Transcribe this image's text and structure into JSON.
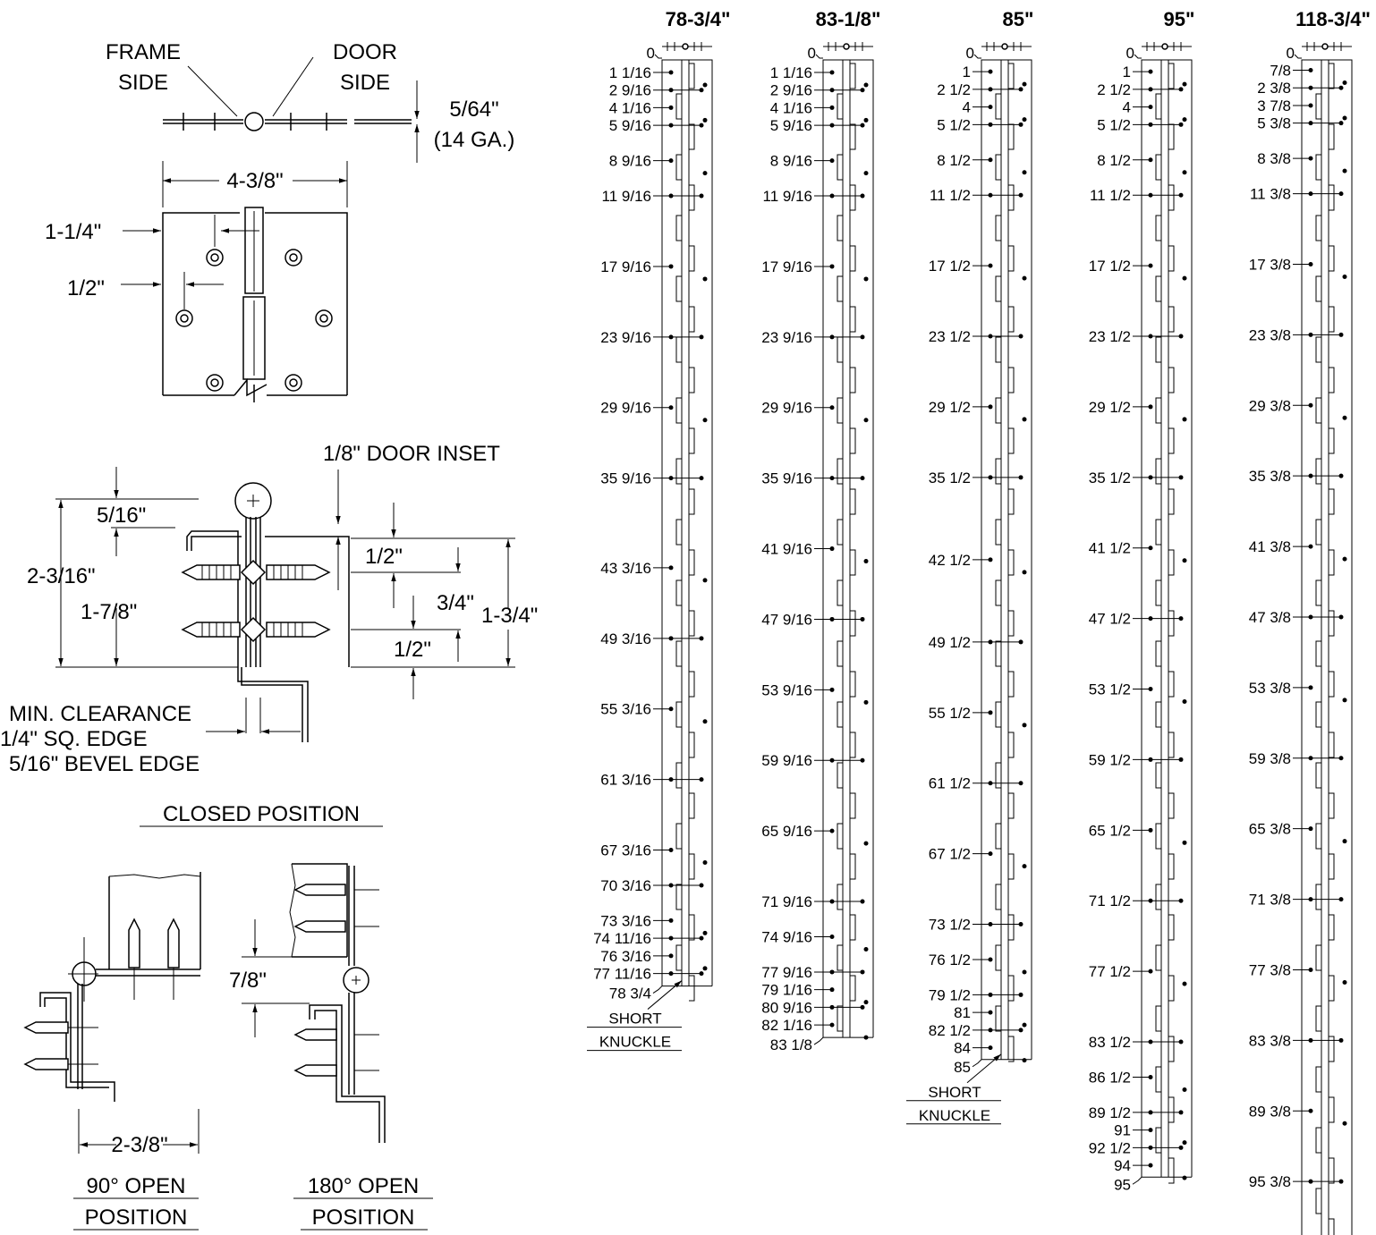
{
  "top_view": {
    "frame_side": [
      "FRAME",
      "SIDE"
    ],
    "door_side": [
      "DOOR",
      "SIDE"
    ],
    "thickness": "5/64\"",
    "gauge": "(14 GA.)",
    "width": "4-3/8\"",
    "offset_1": "1-1/4\"",
    "offset_2": "1/2\""
  },
  "closed_view": {
    "door_inset": "1/8\" DOOR INSET",
    "dim_5_16": "5/16\"",
    "dim_2_3_16": "2-3/16\"",
    "dim_1_7_8": "1-7/8\"",
    "dim_half_a": "1/2\"",
    "dim_3_4": "3/4\"",
    "dim_1_3_4": "1-3/4\"",
    "dim_half_b": "1/2\"",
    "clearance": [
      "MIN. CLEARANCE",
      "1/4\" SQ. EDGE",
      "5/16\" BEVEL EDGE"
    ],
    "title": "CLOSED POSITION"
  },
  "open90": {
    "dim": "2-3/8\"",
    "title": [
      "90° OPEN",
      "POSITION"
    ]
  },
  "open180": {
    "dim": "7/8\"",
    "title": [
      "180° OPEN",
      "POSITION"
    ]
  },
  "short_knuckle": [
    "SHORT",
    "KNUCKLE"
  ],
  "strips": [
    {
      "title": "78-3/4\"",
      "zero": "0",
      "end": "78 3/4",
      "short_knuckle": true,
      "holes": [
        "1 1/16",
        "2 9/16",
        "4 1/16",
        "5 9/16",
        "8 9/16",
        "11 9/16",
        "17 9/16",
        "23 9/16",
        "29 9/16",
        "35 9/16",
        "43 3/16",
        "49 3/16",
        "55 3/16",
        "61 3/16",
        "67 3/16",
        "70 3/16",
        "73 3/16",
        "74 11/16",
        "76 3/16",
        "77 11/16"
      ]
    },
    {
      "title": "83-1/8\"",
      "zero": "0",
      "end": "83 1/8",
      "short_knuckle": false,
      "holes": [
        "1 1/16",
        "2 9/16",
        "4 1/16",
        "5 9/16",
        "8 9/16",
        "11 9/16",
        "17 9/16",
        "23 9/16",
        "29 9/16",
        "35 9/16",
        "41 9/16",
        "47 9/16",
        "53 9/16",
        "59 9/16",
        "65 9/16",
        "71 9/16",
        "74 9/16",
        "77 9/16",
        "79 1/16",
        "80 9/16",
        "82 1/16"
      ]
    },
    {
      "title": "85\"",
      "zero": "0",
      "end": "85",
      "short_knuckle": true,
      "holes": [
        "1",
        "2 1/2",
        "4",
        "5 1/2",
        "8 1/2",
        "11 1/2",
        "17 1/2",
        "23 1/2",
        "29 1/2",
        "35 1/2",
        "42 1/2",
        "49 1/2",
        "55 1/2",
        "61 1/2",
        "67 1/2",
        "73 1/2",
        "76 1/2",
        "79 1/2",
        "81",
        "82 1/2",
        "84"
      ]
    },
    {
      "title": "95\"",
      "zero": "0",
      "end": "95",
      "short_knuckle": false,
      "holes": [
        "1",
        "2 1/2",
        "4",
        "5 1/2",
        "8 1/2",
        "11 1/2",
        "17 1/2",
        "23 1/2",
        "29 1/2",
        "35 1/2",
        "41 1/2",
        "47 1/2",
        "53 1/2",
        "59 1/2",
        "65 1/2",
        "71 1/2",
        "77 1/2",
        "83 1/2",
        "86 1/2",
        "89 1/2",
        "91",
        "92 1/2",
        "94"
      ]
    },
    {
      "title": "118-3/4\"",
      "zero": "0",
      "end": "",
      "short_knuckle": false,
      "holes": [
        "7/8",
        "2 3/8",
        "3 7/8",
        "5 3/8",
        "8 3/8",
        "11 3/8",
        "17 3/8",
        "23 3/8",
        "29 3/8",
        "35 3/8",
        "41 3/8",
        "47 3/8",
        "53 3/8",
        "59 3/8",
        "65 3/8",
        "71 3/8",
        "77 3/8",
        "83 3/8",
        "89 3/8",
        "95 3/8"
      ]
    }
  ]
}
